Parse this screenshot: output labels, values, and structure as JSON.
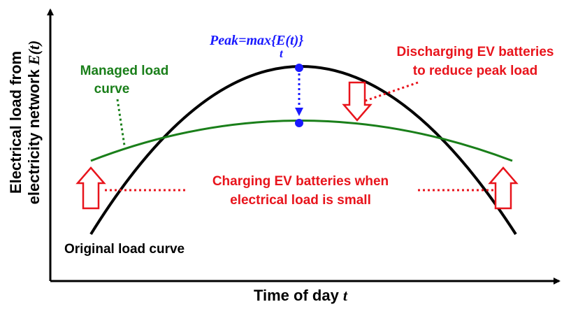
{
  "axes": {
    "y_label_line1": "Electrical load from",
    "y_label_line2": "electricity network ",
    "y_label_var": "E(t)",
    "x_label": "Time of day ",
    "x_label_var": "t"
  },
  "peak": {
    "label_prefix": "Peak=",
    "label_max": "max",
    "label_sub": "t",
    "label_suffix": "{E(t)}"
  },
  "managed_curve": {
    "label_line1": "Managed load",
    "label_line2": "curve"
  },
  "original_curve": {
    "label": "Original load curve"
  },
  "discharging": {
    "line1": "Discharging EV batteries",
    "line2": "to reduce peak load"
  },
  "charging": {
    "line1": "Charging EV batteries when",
    "line2": "electrical load is small"
  },
  "colors": {
    "original": "#000000",
    "managed": "#1a7f1a",
    "peak": "#1a1aff",
    "annotation": "#e8141c",
    "axis": "#000000"
  }
}
